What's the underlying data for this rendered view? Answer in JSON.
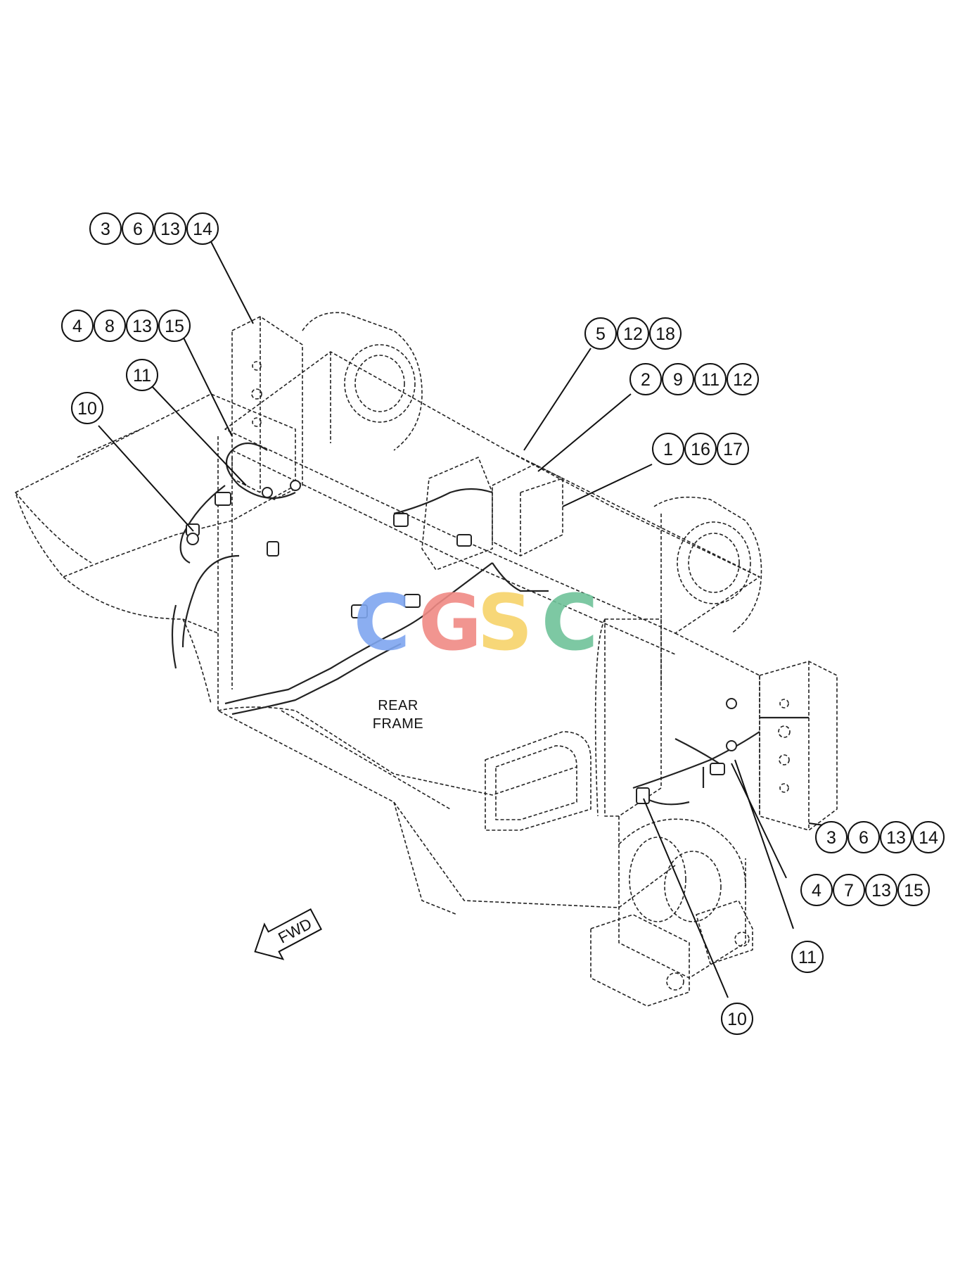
{
  "diagram": {
    "frame_label_line1": "REAR",
    "frame_label_line2": "FRAME",
    "direction_label": "FWD",
    "callouts": [
      {
        "id": "callout-3-6-13-14-top",
        "numbers": [
          "3",
          "6",
          "13",
          "14"
        ]
      },
      {
        "id": "callout-4-8-13-15",
        "numbers": [
          "4",
          "8",
          "13",
          "15"
        ]
      },
      {
        "id": "callout-11-left",
        "numbers": [
          "11"
        ]
      },
      {
        "id": "callout-10-left",
        "numbers": [
          "10"
        ]
      },
      {
        "id": "callout-5-12-18",
        "numbers": [
          "5",
          "12",
          "18"
        ]
      },
      {
        "id": "callout-2-9-11-12",
        "numbers": [
          "2",
          "9",
          "11",
          "12"
        ]
      },
      {
        "id": "callout-1-16-17",
        "numbers": [
          "1",
          "16",
          "17"
        ]
      },
      {
        "id": "callout-3-6-13-14-right",
        "numbers": [
          "3",
          "6",
          "13",
          "14"
        ]
      },
      {
        "id": "callout-4-7-13-15",
        "numbers": [
          "4",
          "7",
          "13",
          "15"
        ]
      },
      {
        "id": "callout-11-right",
        "numbers": [
          "11"
        ]
      },
      {
        "id": "callout-10-bottom",
        "numbers": [
          "10"
        ]
      }
    ]
  },
  "watermark": {
    "letters": [
      "C",
      "G",
      "S",
      "C"
    ],
    "colors": [
      "#7fa6f0",
      "#f08a84",
      "#f7d36a",
      "#6fc39a"
    ]
  }
}
